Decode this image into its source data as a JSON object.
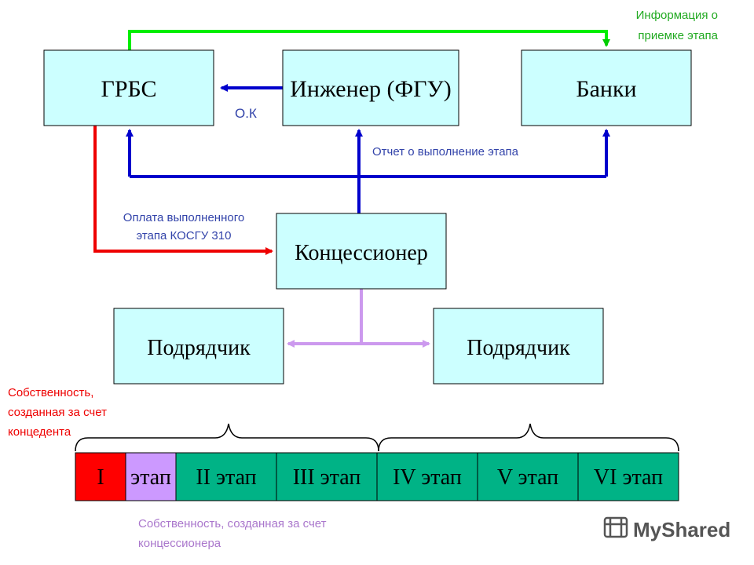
{
  "nodes": {
    "grbs": "ГРБС",
    "engineer": "Инженер (ФГУ)",
    "banks": "Банки",
    "concessionaire": "Концессионер",
    "contractor_left": "Подрядчик",
    "contractor_right": "Подрядчик"
  },
  "edge_labels": {
    "bank_info_line1": "Информация о",
    "bank_info_line2": "приемке этапа",
    "ok": "О.К",
    "stage_report": "Отчет о выполнение этапа",
    "payment_line1": "Оплата выполненного",
    "payment_line2": "этапа КОСГУ 310"
  },
  "stages": [
    "I",
    "этап",
    "II этап",
    "III этап",
    "IV этап",
    "V этап",
    "VI этап"
  ],
  "notes": {
    "grantor_line1": "Собственность,",
    "grantor_line2": "созданная за счет",
    "grantor_line3": "концедента",
    "concessionaire_line1": "Собственность, созданная за счет",
    "concessionaire_line2": "концессионера"
  },
  "watermark": "MyShared",
  "colors": {
    "box_fill": "#ccffff",
    "stage_fill": "#00b386",
    "stage_first": "#ff0000",
    "stage_second": "#cc99ff",
    "green": "#00ee00",
    "blue": "#0000cc",
    "red": "#ee0000",
    "lilac": "#cc99ee",
    "label_blue": "#3344aa",
    "label_green": "#22aa22",
    "label_red": "#ee0000",
    "label_lilac": "#aa77cc"
  }
}
